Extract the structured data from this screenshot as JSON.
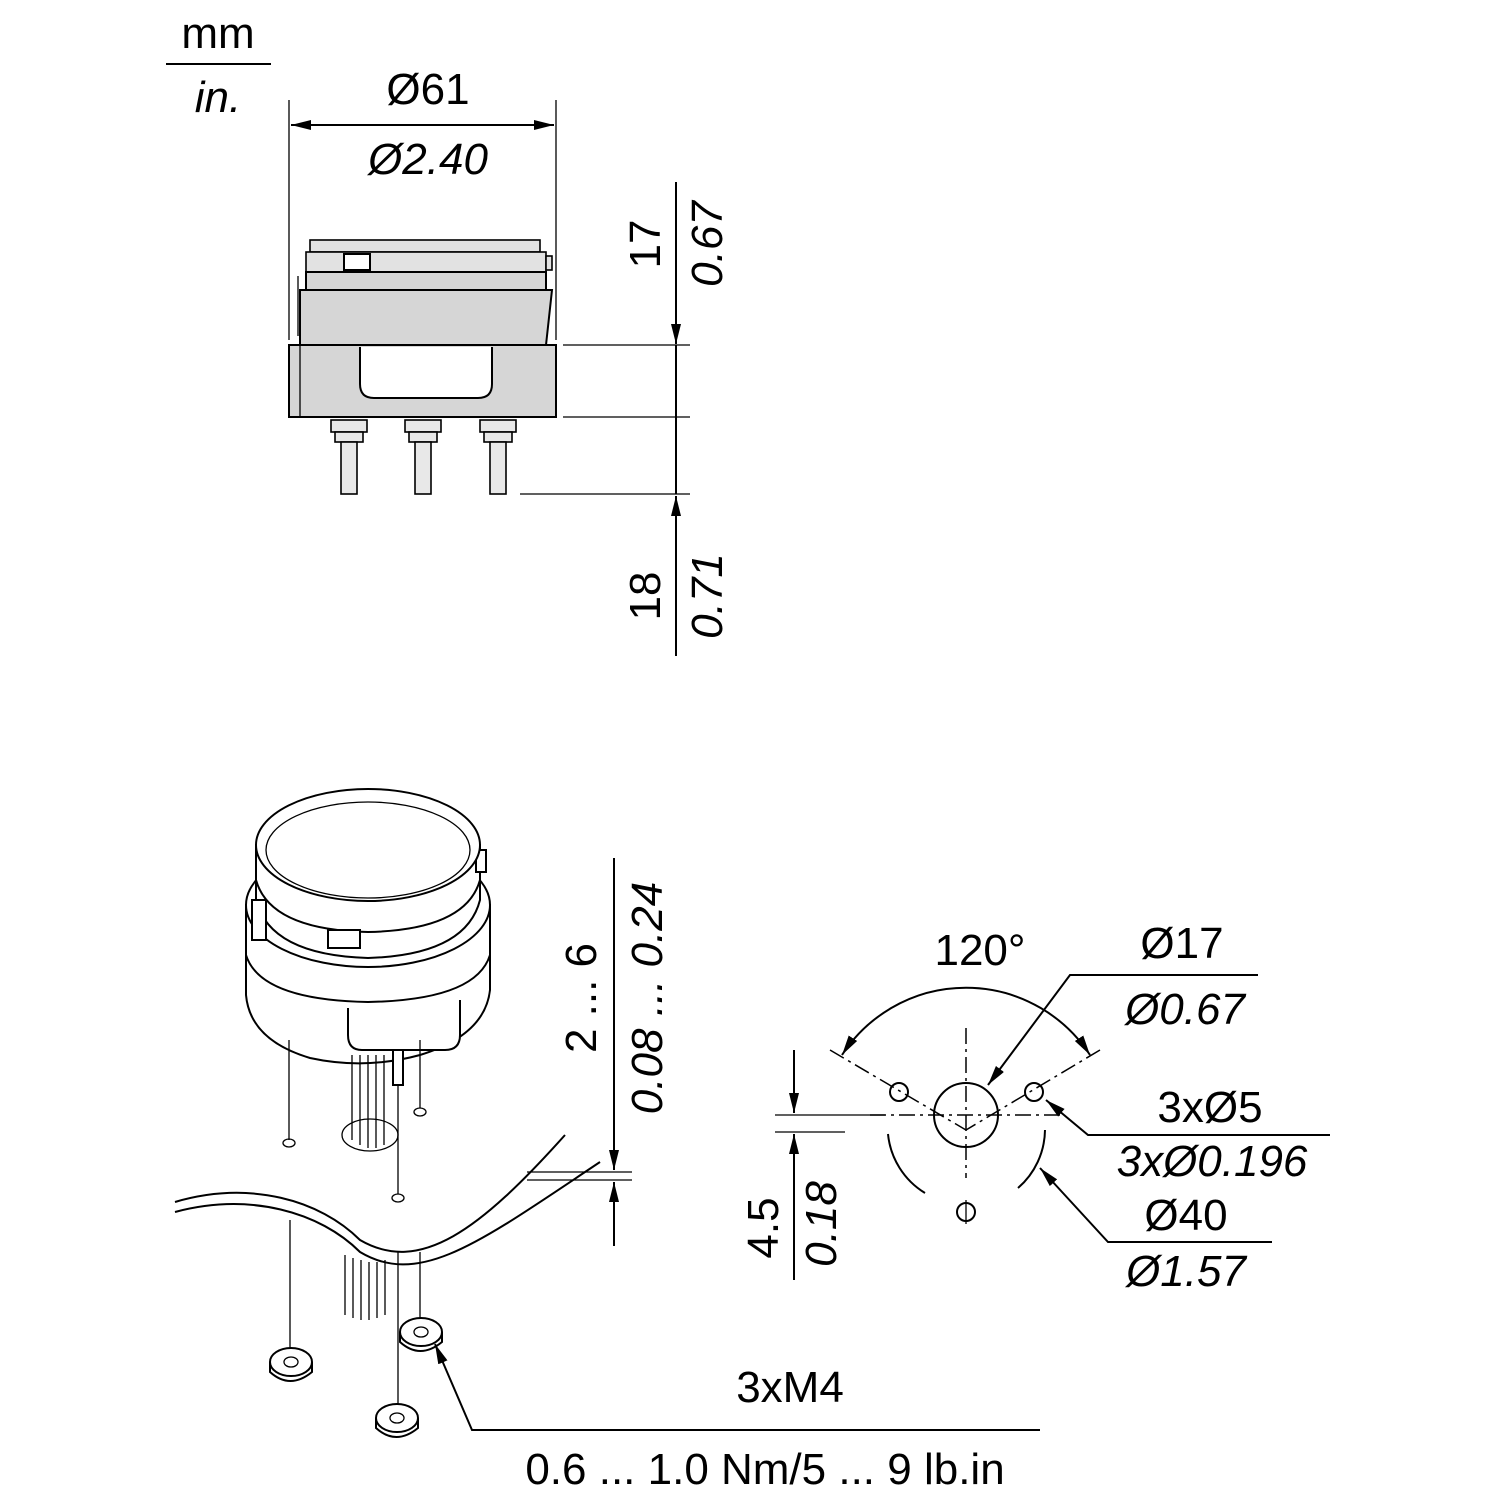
{
  "units": {
    "top": "mm",
    "bottom": "in."
  },
  "side_view": {
    "diameter_mm": "Ø61",
    "diameter_in": "Ø2.40",
    "height_upper_mm": "17",
    "height_upper_in": "0.67",
    "height_lower_mm": "18",
    "height_lower_in": "0.71"
  },
  "panel_thickness": {
    "mm": "2 ... 6",
    "in": "0.08 ... 0.24"
  },
  "hole_pattern": {
    "angle": "120°",
    "center_hole_mm": "Ø17",
    "center_hole_in": "Ø0.67",
    "small_holes_mm": "3xØ5",
    "small_holes_in": "3xØ0.196",
    "pitch_circle_mm": "Ø40",
    "pitch_circle_in": "Ø1.57",
    "offset_mm": "4.5",
    "offset_in": "0.18"
  },
  "fixing": {
    "screws": "3xM4",
    "torque": "0.6 ... 1.0 Nm/5 ... 9 lb.in"
  }
}
